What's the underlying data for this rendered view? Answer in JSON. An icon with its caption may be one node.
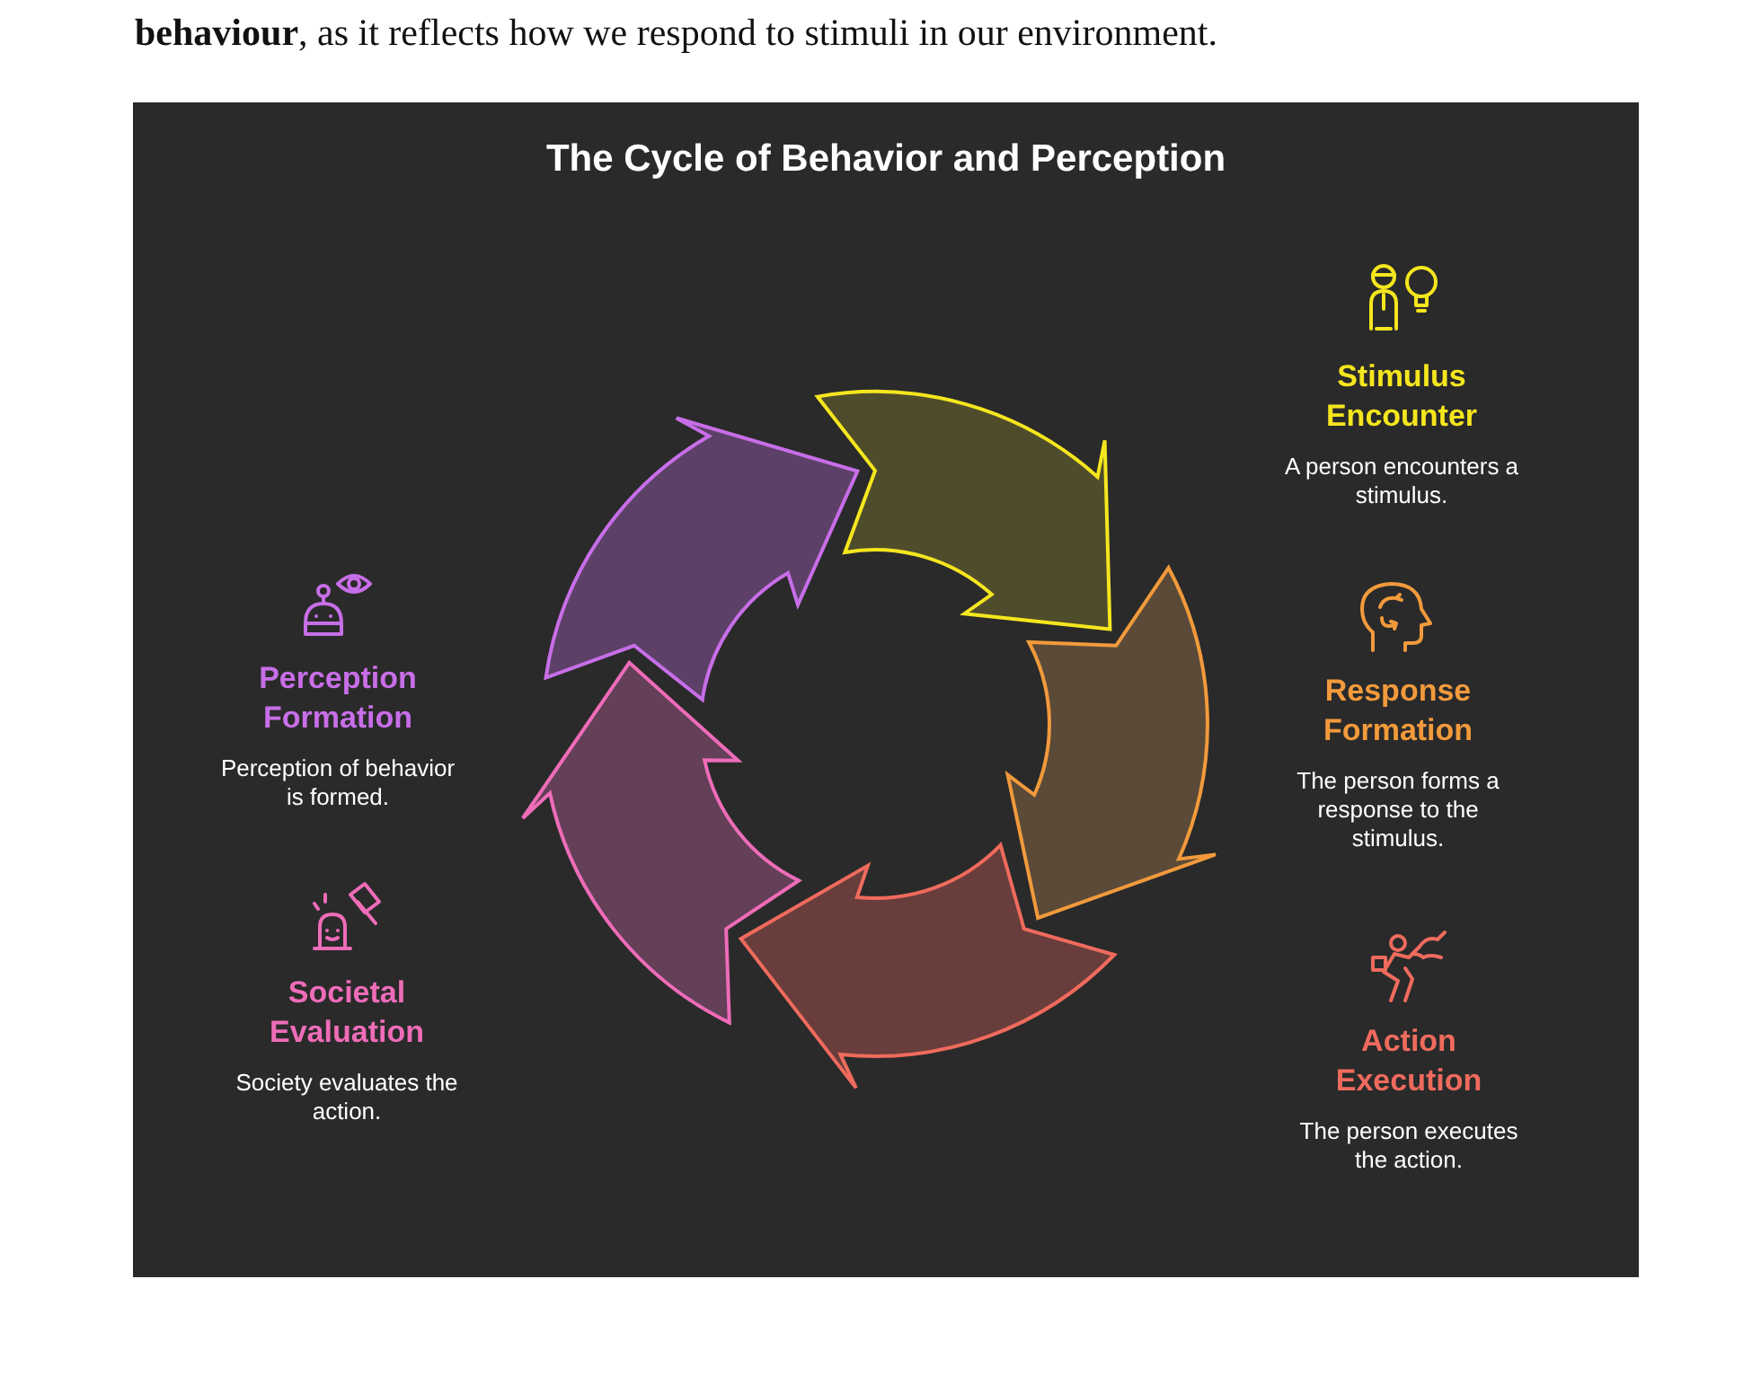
{
  "diagram": {
    "title": "The Cycle of Behavior and Perception",
    "nodes": [
      {
        "text": [
          "Stimulus Encounter",
          "A person encounters a stimulus."
        ]
      },
      {
        "text": [
          "Response Formation",
          "The person forms a response to the stimulus."
        ]
      },
      {
        "text": [
          "Action Execution",
          "The person executes the action."
        ]
      },
      {
        "text": [
          "Societal Evaluation",
          "Society evaluates the action."
        ]
      },
      {
        "text": [
          "Perception Formation",
          "Perception of behavior is formed."
        ]
      }
    ],
    "labels": [
      "**behaviour**, as it reflects how we respond to stimuli in our environment."
    ]
  }
}
